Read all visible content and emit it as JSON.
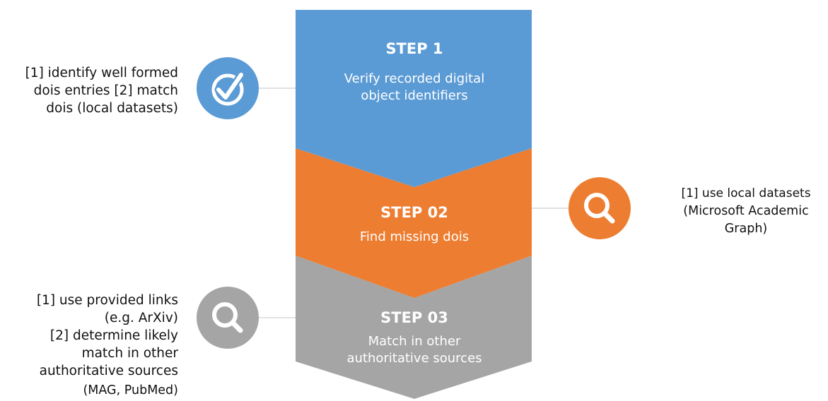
{
  "steps": [
    {
      "title": "STEP 1",
      "description_lines": [
        "Verify recorded digital",
        "object identifiers"
      ],
      "color": "#5b9bd5",
      "icon": "check-circle-icon",
      "note_lines": [
        "[1] identify well formed",
        "dois entries [2] match",
        "dois (local datasets)"
      ]
    },
    {
      "title": "STEP 02",
      "description_lines": [
        "Find missing dois"
      ],
      "color": "#ed7d31",
      "icon": "search-icon",
      "note_lines": [
        "[1] use local datasets",
        "(Microsoft Academic",
        "Graph)"
      ]
    },
    {
      "title": "STEP 03",
      "description_lines": [
        "Match in other",
        "authoritative sources"
      ],
      "color": "#a5a5a5",
      "icon": "search-icon",
      "note_lines": [
        "[1] use provided links",
        "(e.g. ArXiv)",
        "[2] determine likely",
        "match in other",
        "authoritative sources",
        "(MAG, PubMed)"
      ]
    }
  ],
  "colors": {
    "connector": "#d9d9d9",
    "text_on_shape": "#ffffff",
    "note_text": "#111111"
  }
}
